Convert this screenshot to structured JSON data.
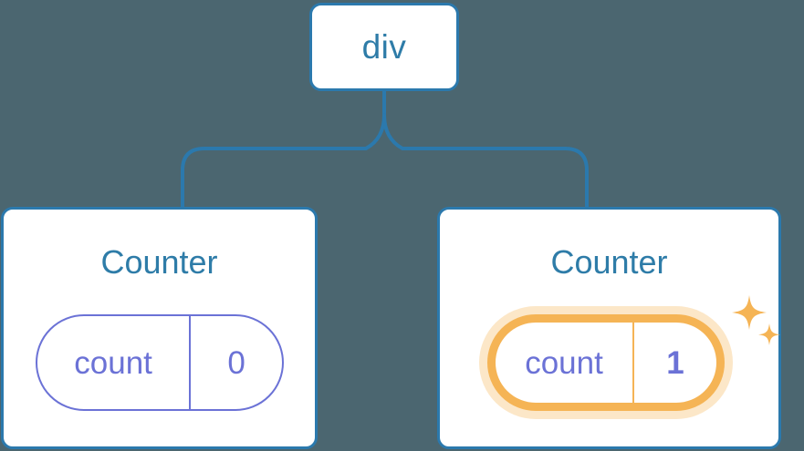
{
  "diagram": {
    "type": "component-tree",
    "background_color": "#4b6670",
    "root": {
      "label": "div",
      "border_color": "#2b79ad",
      "text_color": "#2e7ca8"
    },
    "connector": {
      "color": "#2b79ad",
      "style": "elbow-rounded"
    },
    "children": [
      {
        "title": "Counter",
        "state": {
          "key": "count",
          "value": "0"
        },
        "highlighted": false,
        "pill_color": "#6b72d6"
      },
      {
        "title": "Counter",
        "state": {
          "key": "count",
          "value": "1"
        },
        "highlighted": true,
        "pill_color": "#f5b455",
        "value_color": "#6b72d6",
        "sparkle": {
          "name": "sparkle-icon",
          "color": "#f5b455",
          "count": 2
        }
      }
    ]
  }
}
